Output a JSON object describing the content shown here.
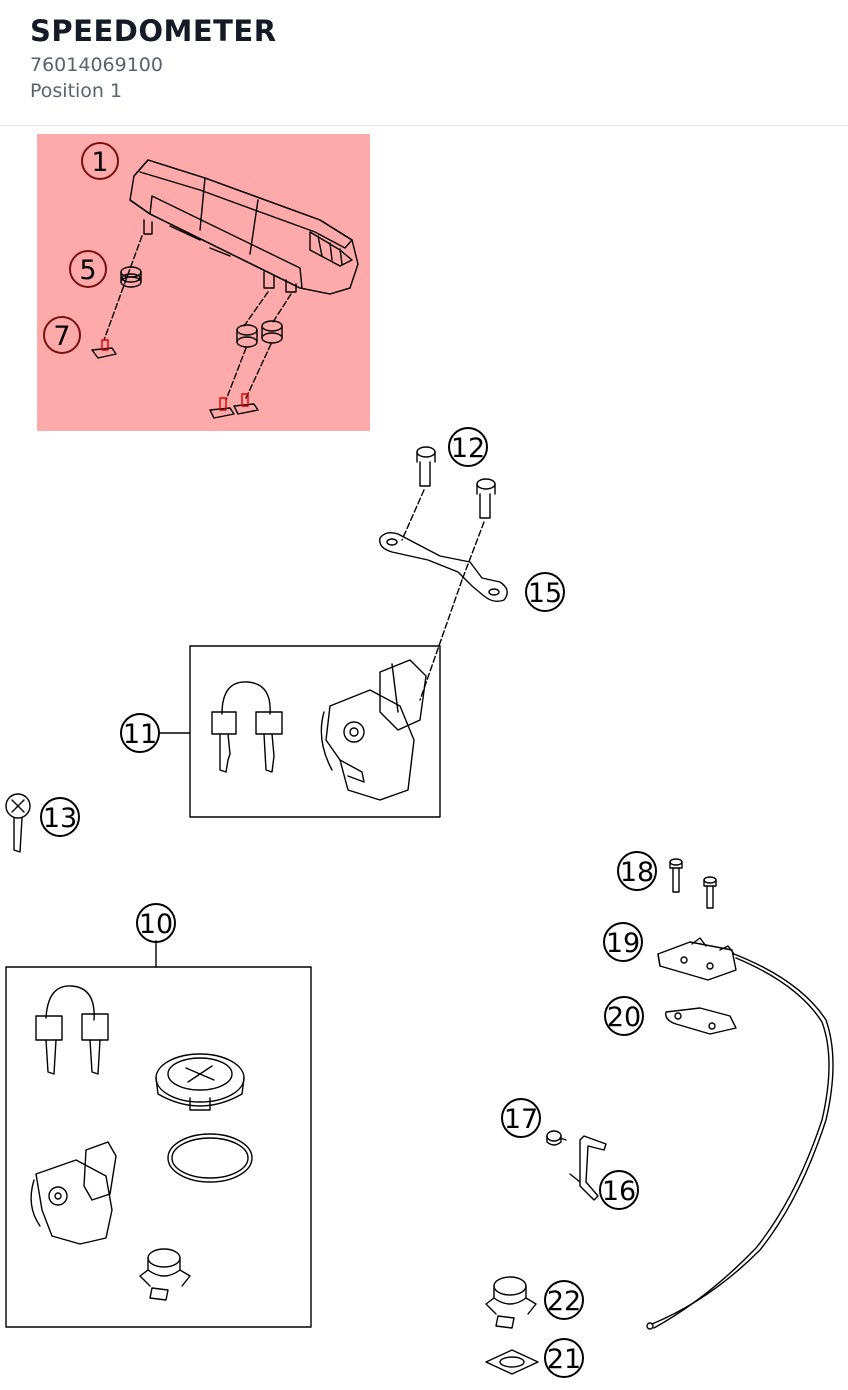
{
  "header": {
    "title": "SPEEDOMETER",
    "part_number": "76014069100",
    "position": "Position 1"
  },
  "highlight_color": "#ffaaaa",
  "callouts": [
    {
      "id": "c1",
      "label": "1"
    },
    {
      "id": "c5",
      "label": "5"
    },
    {
      "id": "c7",
      "label": "7"
    },
    {
      "id": "c12",
      "label": "12"
    },
    {
      "id": "c15",
      "label": "15"
    },
    {
      "id": "c11",
      "label": "11"
    },
    {
      "id": "c13",
      "label": "13"
    },
    {
      "id": "c10",
      "label": "10"
    },
    {
      "id": "c18",
      "label": "18"
    },
    {
      "id": "c19",
      "label": "19"
    },
    {
      "id": "c20",
      "label": "20"
    },
    {
      "id": "c17",
      "label": "17"
    },
    {
      "id": "c16",
      "label": "16"
    },
    {
      "id": "c22",
      "label": "22"
    },
    {
      "id": "c21",
      "label": "21"
    }
  ]
}
